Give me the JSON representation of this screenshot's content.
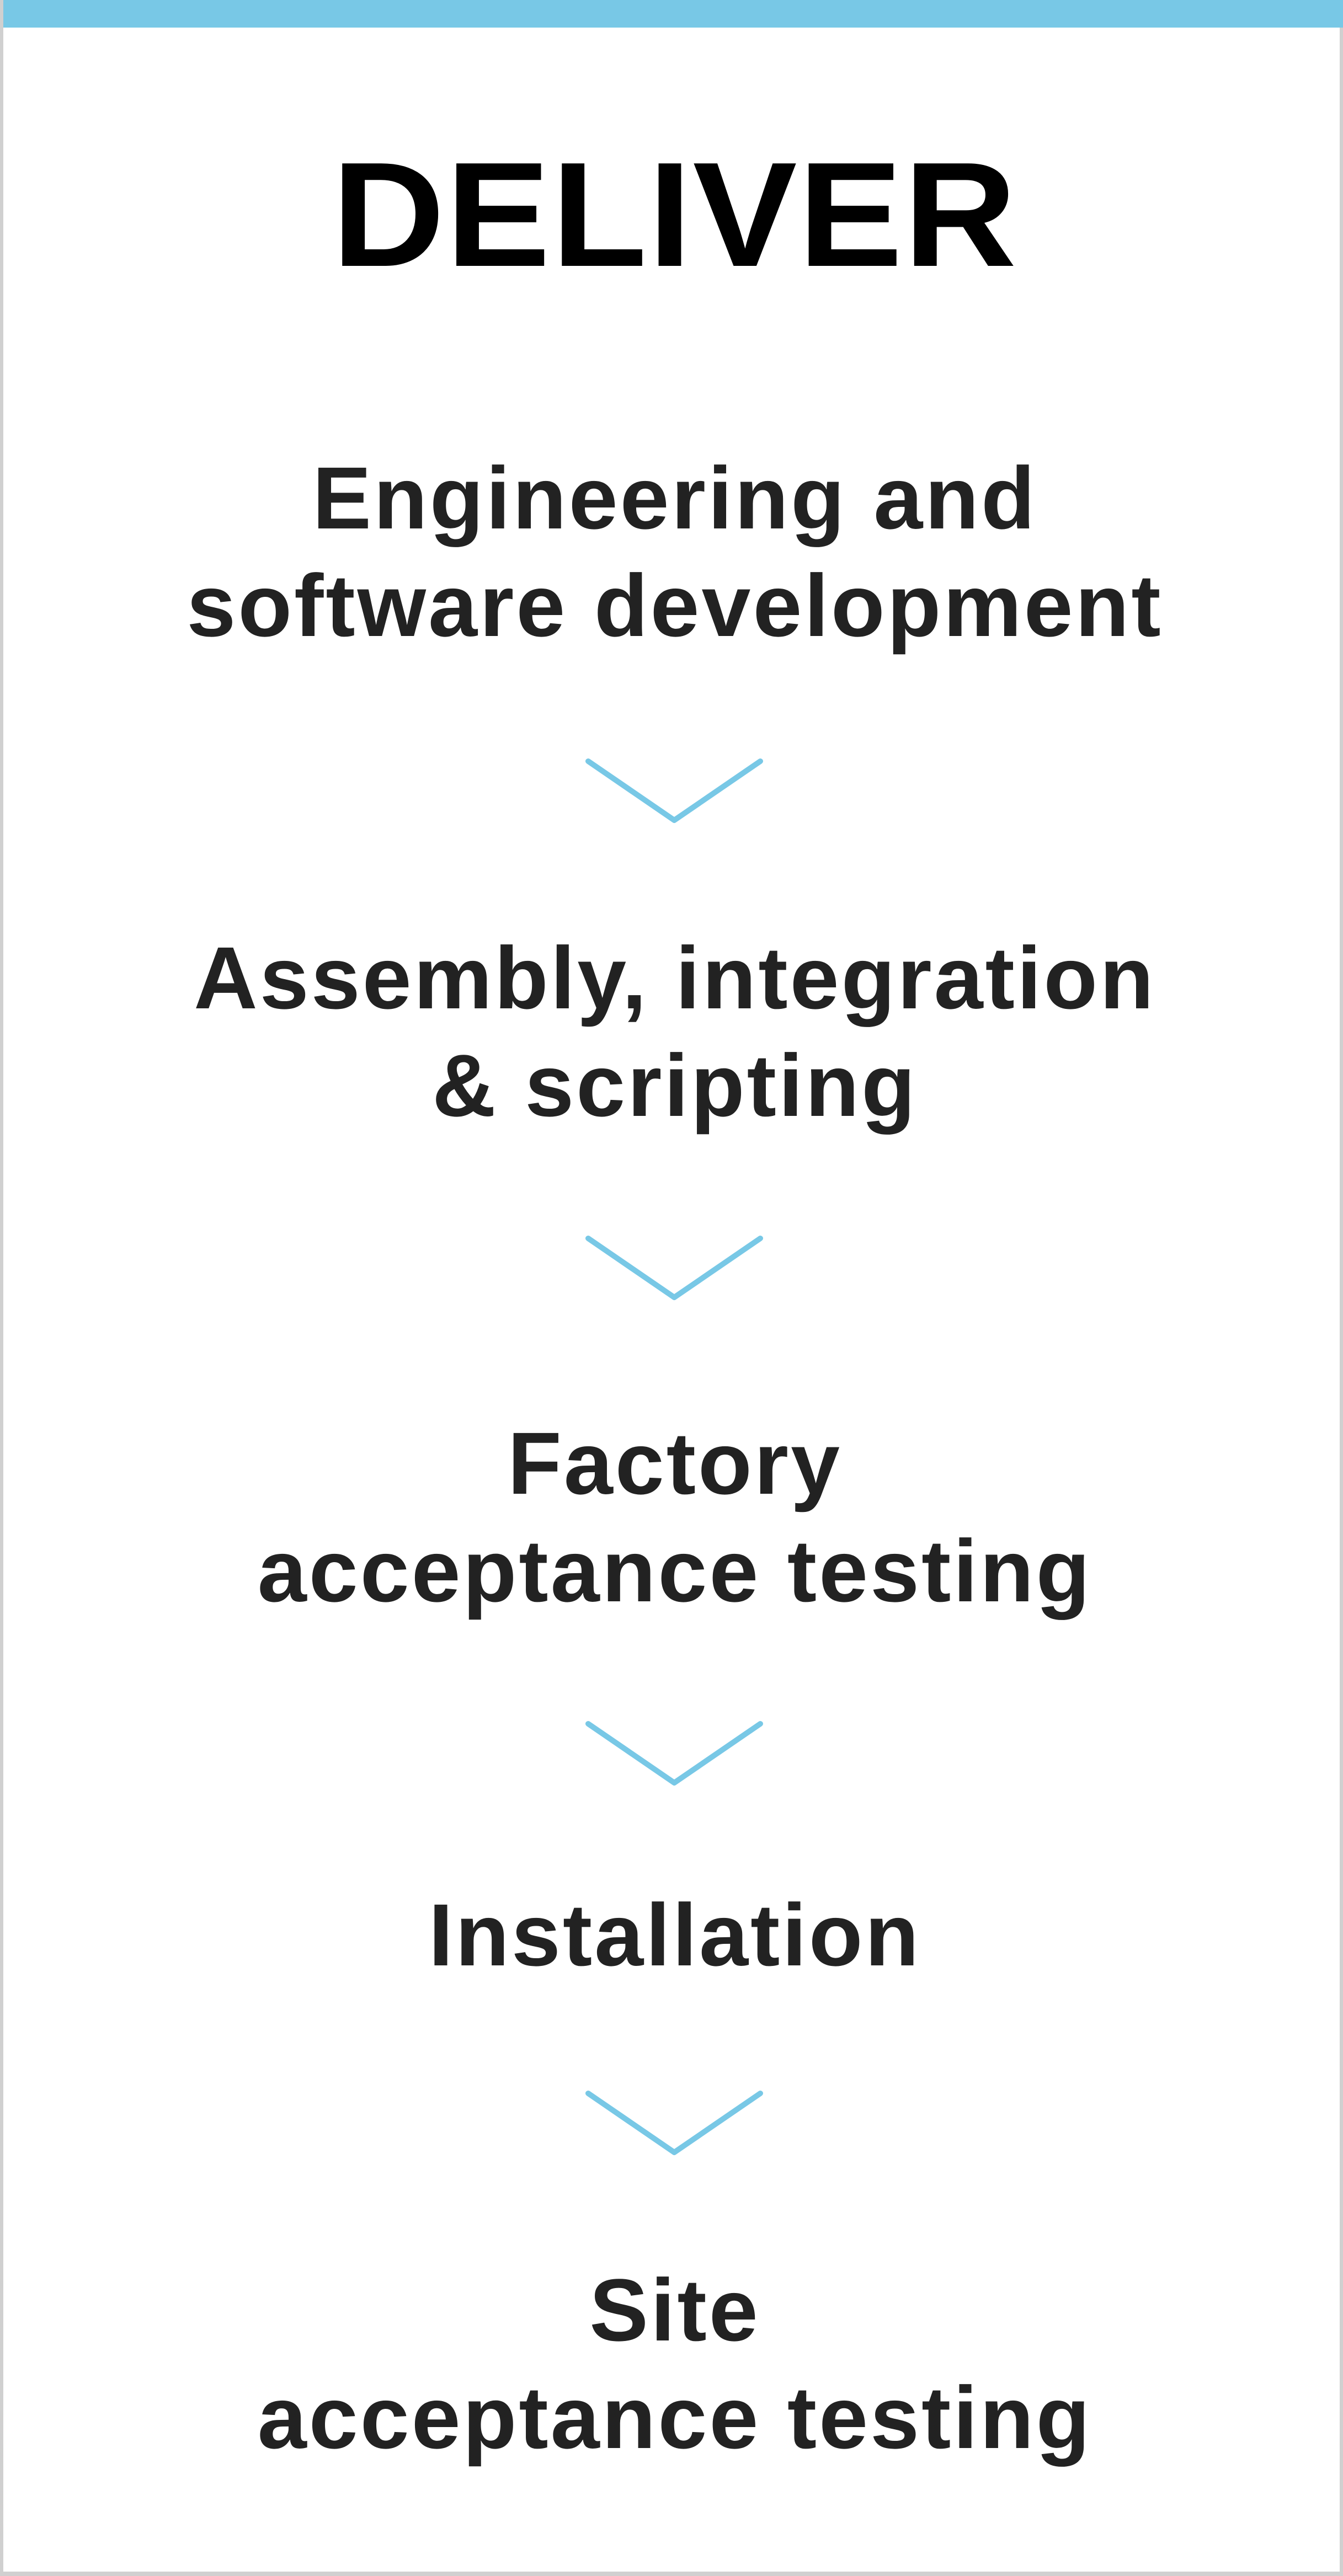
{
  "colors": {
    "accent": "#78C8E6",
    "border": "#D0D0D0",
    "title": "#000000",
    "text": "#222222"
  },
  "title": "DELIVER",
  "steps": [
    {
      "line1": "Engineering and",
      "line2": "software development"
    },
    {
      "line1": "Assembly, integration",
      "line2": "& scripting"
    },
    {
      "line1": "Factory",
      "line2": "acceptance testing"
    },
    {
      "line1": "Installation",
      "line2": ""
    },
    {
      "line1": "Site",
      "line2": "acceptance testing"
    }
  ],
  "connector_icon": "chevron-down-icon"
}
